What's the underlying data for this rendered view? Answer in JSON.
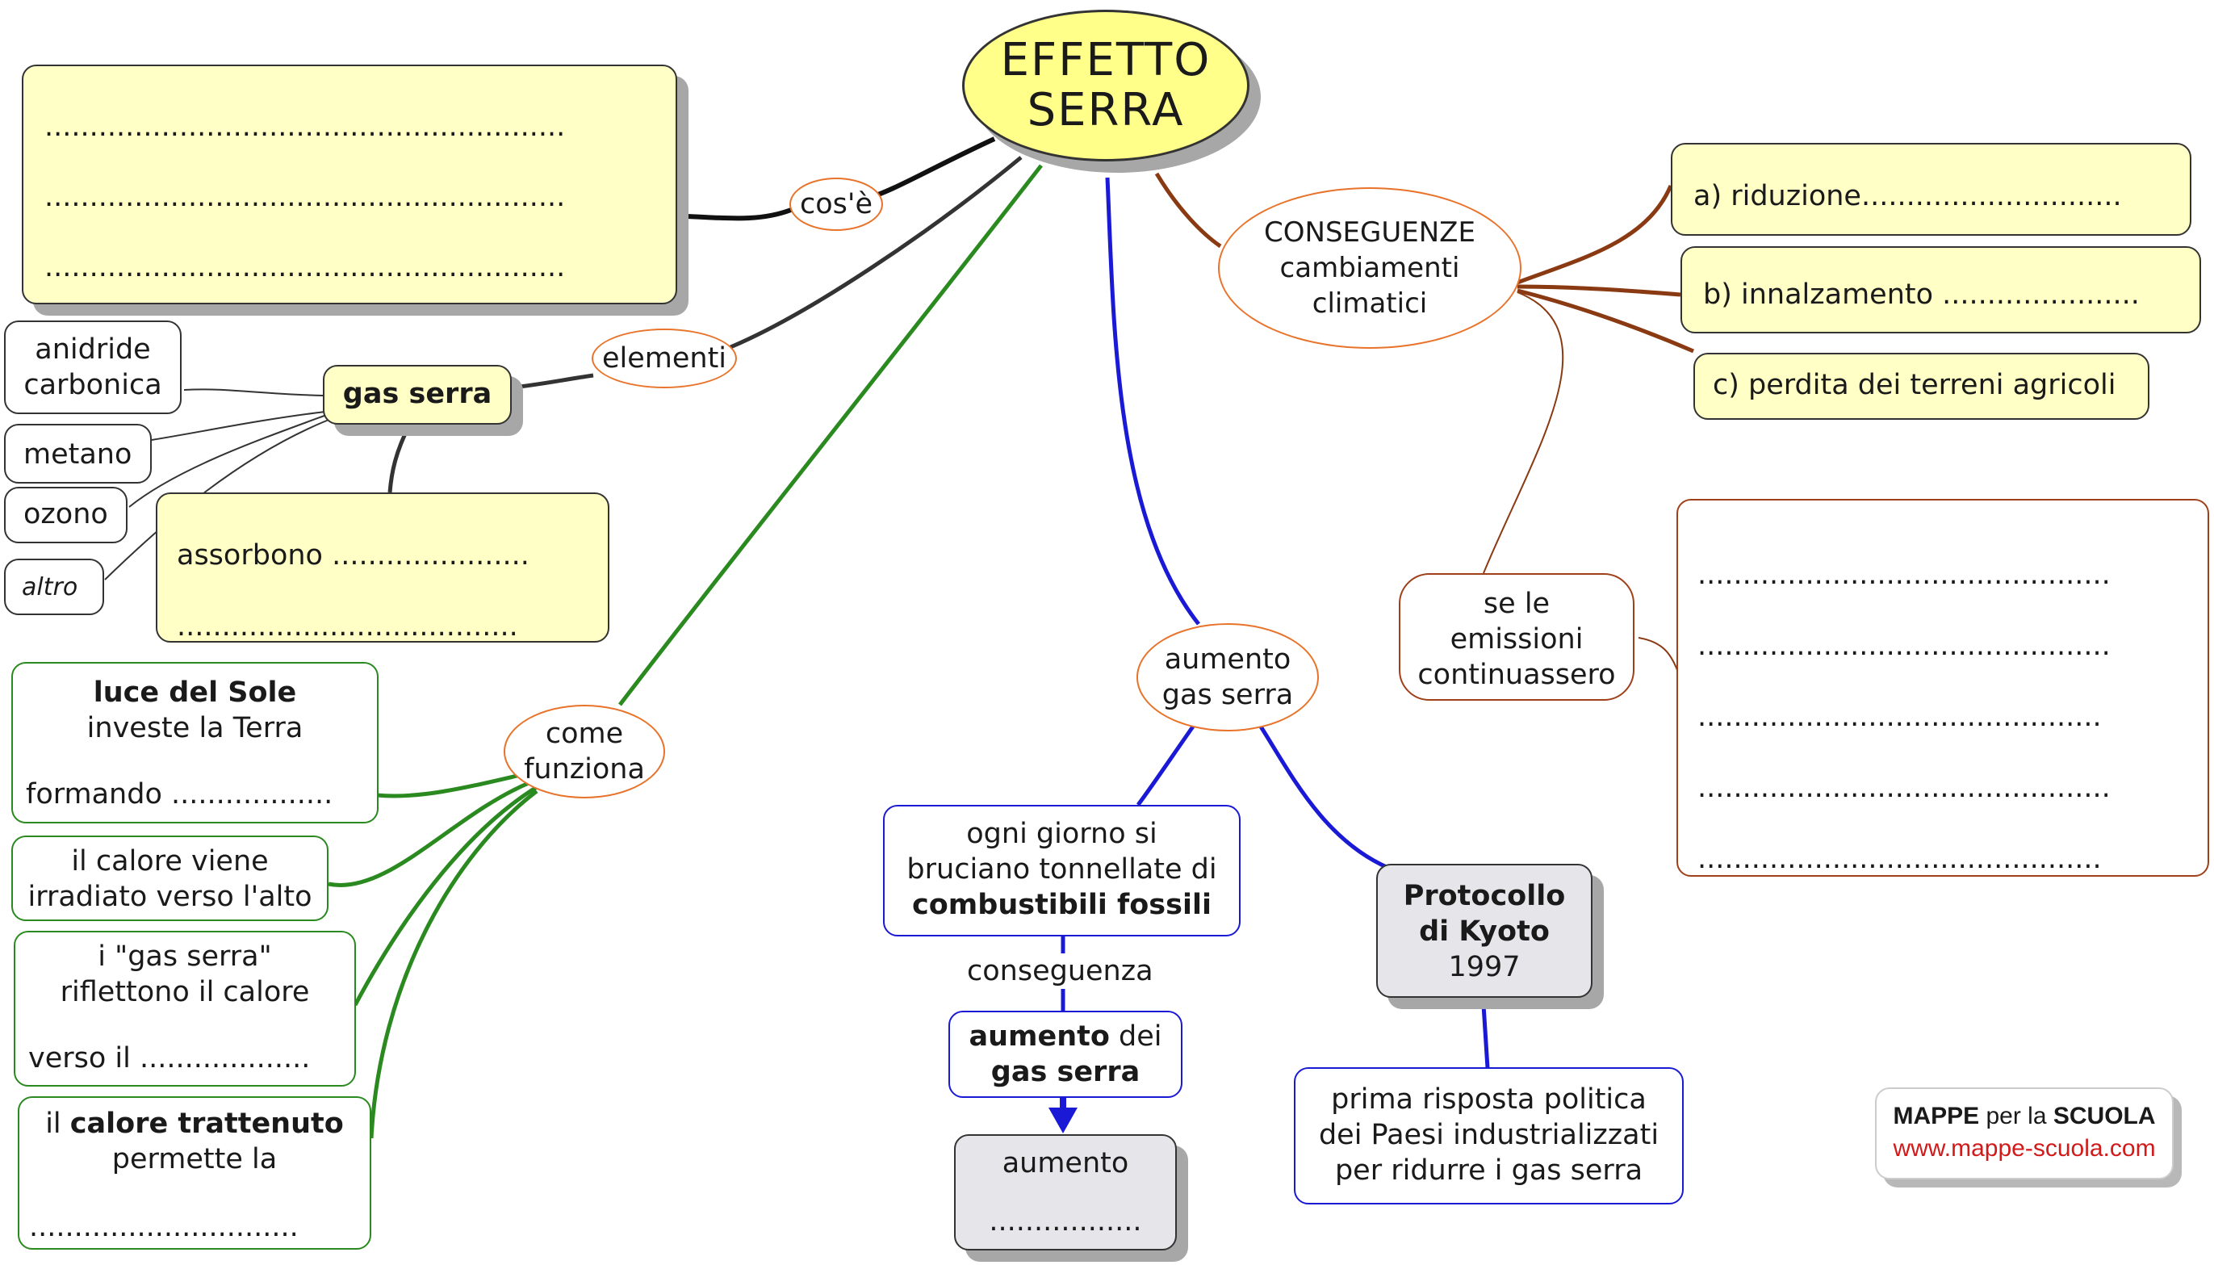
{
  "title": {
    "line1": "EFFETTO",
    "line2": "SERRA"
  },
  "cos_e": {
    "connector": "cos'è",
    "lines": [
      "..........................................................",
      "..........................................................",
      ".........................................................."
    ]
  },
  "elementi": {
    "connector": "elementi",
    "gas_serra": "gas serra",
    "items": [
      "anidride carbonica",
      "metano",
      "ozono",
      "altro"
    ],
    "absorb": {
      "label": "assorbono",
      "dots1": "......................",
      "dots2": "......................................"
    }
  },
  "come_funziona": {
    "connector": "come funziona",
    "box1": {
      "bold": "luce del Sole",
      "line2": "investe la Terra",
      "line3": "formando .................."
    },
    "box2": {
      "line1": "il calore viene",
      "line2": "irradiato verso l'alto"
    },
    "box3": {
      "line1": "i \"gas serra\"",
      "line2": "riflettono il calore",
      "line3": "verso il ..................."
    },
    "box4": {
      "pre": "il ",
      "bold": "calore trattenuto",
      "line2": "permette la",
      "line3": ".............................."
    }
  },
  "aumento": {
    "connector": "aumento gas serra",
    "combust": {
      "line1": "ogni giorno si",
      "line2": "bruciano tonnellate di",
      "bold": "combustibili fossili"
    },
    "conseguenza": "conseguenza",
    "aumento_box": {
      "bold1": "aumento",
      "rest1": " dei",
      "bold2": "gas serra"
    },
    "final": {
      "line1": "aumento",
      "line2": "................."
    },
    "kyoto": {
      "bold1": "Protocollo",
      "bold2": "di Kyoto",
      "year": "1997"
    },
    "risposta": {
      "line1": "prima risposta politica",
      "line2": "dei Paesi industrializzati",
      "line3": "per ridurre i gas serra"
    }
  },
  "conseguenze": {
    "connector": {
      "line1": "CONSEGUENZE",
      "line2": "cambiamenti",
      "line3": "climatici"
    },
    "items": [
      "a) riduzione.............................",
      "b) innalzamento ......................",
      "c) perdita dei terreni agricoli"
    ],
    "emissioni": {
      "line1": "se le",
      "line2": "emissioni",
      "line3": "continuassero"
    },
    "emissioni_lines": [
      "..............................................",
      "..............................................",
      ".............................................",
      "..............................................",
      "............................................."
    ]
  },
  "brand": {
    "mappe": "MAPPE",
    "per_la": " per la ",
    "scuola": "SCUOLA",
    "url": "www.mappe-scuola.com"
  },
  "colors": {
    "green": "#2a8a1f",
    "blue": "#1a1ad6",
    "brown": "#a0401a",
    "orange": "#e8732a",
    "yellow": "#ffffc6",
    "dark": "#333333"
  }
}
